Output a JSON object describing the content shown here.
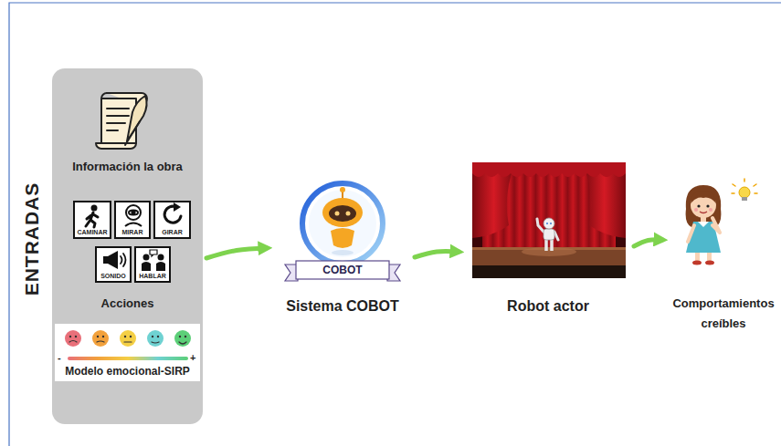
{
  "diagram": {
    "nodes": [
      {
        "text": [
          "ENTRADAS",
          "Información la obra",
          "Acciones"
        ]
      },
      {
        "text": [
          "CAMINAR"
        ],
        "in": 0
      },
      {
        "text": [
          "MIRAR"
        ],
        "in": 0
      },
      {
        "text": [
          "GIRAR"
        ],
        "in": 0
      },
      {
        "text": [
          "SONIDO"
        ],
        "in": 0
      },
      {
        "text": [
          "HABLAR"
        ],
        "in": 0
      },
      {
        "text": [
          "Modelo emocional-SIRP"
        ],
        "in": 0
      },
      {
        "text": [
          "COBOT",
          "Sistema COBOT"
        ]
      },
      {
        "text": [
          "Robot actor"
        ]
      },
      {
        "text": [
          "Comportamientos creíbles"
        ]
      }
    ],
    "edges": [
      {
        "from": 0,
        "to": 7,
        "arrow": "to"
      },
      {
        "from": 7,
        "to": 8,
        "arrow": "to"
      },
      {
        "from": 8,
        "to": 9,
        "arrow": "to"
      }
    ],
    "labels": [
      "-",
      "+"
    ]
  }
}
